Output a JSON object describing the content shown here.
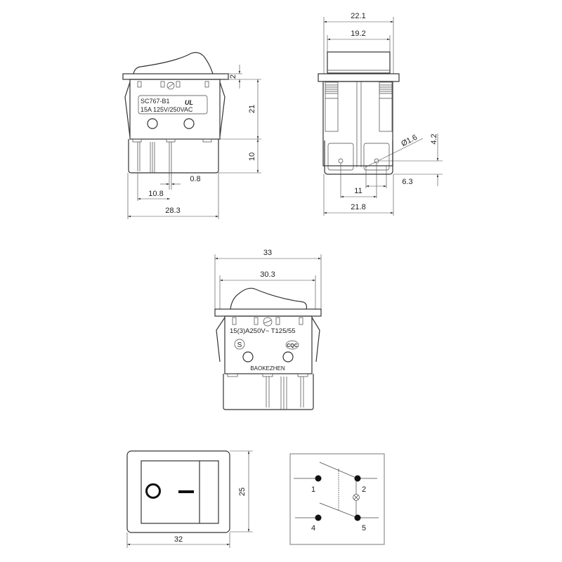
{
  "view_front_small": {
    "label_model": "SC767-B1",
    "label_rating": "15A 125V/250VAC",
    "cert_mark": "UL",
    "dims": {
      "flange": "2",
      "body_height": "21",
      "terminal_height": "10",
      "pin_width": "0.8",
      "pin_spacing": "10.8",
      "width": "28.3"
    }
  },
  "view_side": {
    "dims": {
      "flange_width": "22.1",
      "rocker_width": "19.2",
      "hole_diameter": "Ø1.6",
      "hole_offset": "4.2",
      "terminal_width": "6.3",
      "terminal_spacing": "11",
      "body_width": "21.8"
    }
  },
  "view_front_large": {
    "label_rating": "15(3)A250V~ T125/55",
    "mark_s": "S",
    "mark_cqc": "CQC",
    "brand": "BAOKEZHEN",
    "dims": {
      "flange_width": "33",
      "body_width": "30.3"
    }
  },
  "view_top": {
    "symbol_off": "O",
    "symbol_on": "—",
    "dims": {
      "height": "25",
      "width": "32"
    }
  },
  "schematic": {
    "terminals": [
      "1",
      "2",
      "4",
      "5"
    ]
  }
}
